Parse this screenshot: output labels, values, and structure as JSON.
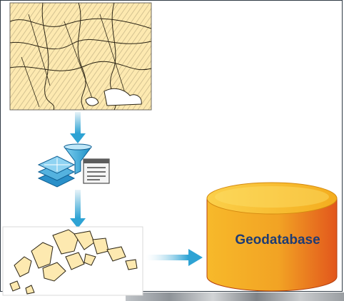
{
  "diagram": {
    "database_label": "Geodatabase",
    "nodes": {
      "top_map": "source-polygon-map",
      "tool": "select-by-attributes-tool",
      "result_map": "selected-polygons-map",
      "database": "geodatabase-cylinder"
    },
    "colors": {
      "map_fill": "#fde9b0",
      "map_line": "#2b2414",
      "arrow": "#2ea3d4",
      "db_top": "#f9c221",
      "db_body_light": "#f6b323",
      "db_body_dark": "#e2561c",
      "db_label": "#1f3c73",
      "frame": "#2f3a45"
    }
  }
}
